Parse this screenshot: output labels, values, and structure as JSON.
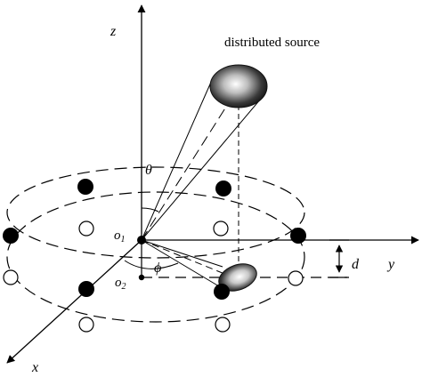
{
  "diagram": {
    "caption": "distributed source",
    "axes": {
      "z": "z",
      "y": "y",
      "x": "x"
    },
    "angles": {
      "theta": "θ",
      "phi": "ϕ"
    },
    "origins": {
      "o1": {
        "base": "o",
        "sub": "1"
      },
      "o2": {
        "base": "o",
        "sub": "2"
      }
    },
    "spacing": "d"
  }
}
